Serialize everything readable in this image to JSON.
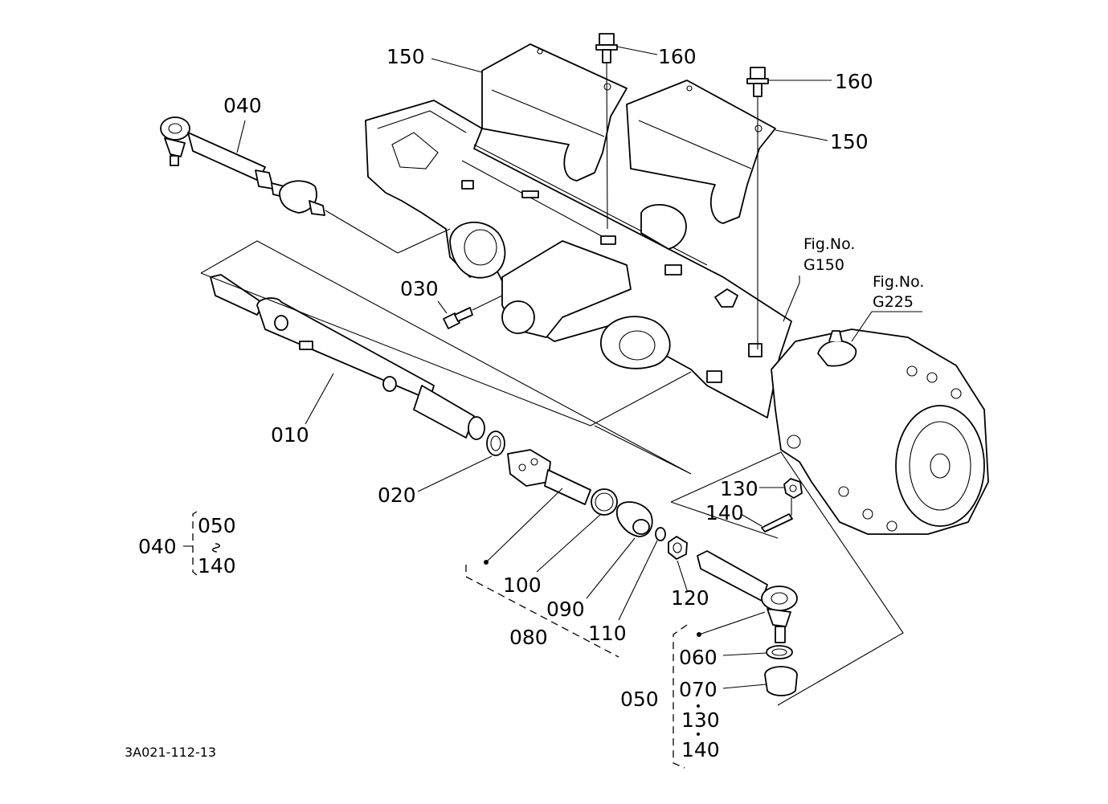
{
  "labels": {
    "p010": "010",
    "p020": "020",
    "p030": "030",
    "p040": "040",
    "p040_group": "040",
    "p050_range_start": "050",
    "range_tilde": "∿",
    "p140_range_end": "140",
    "p050": "050",
    "p060": "060",
    "p070": "070",
    "p080": "080",
    "p090": "090",
    "p100": "100",
    "p110": "110",
    "p120": "120",
    "p130_top": "130",
    "p140_top": "140",
    "p130_bottom": "130",
    "p140_bottom": "140",
    "p150_left": "150",
    "p150_right": "150",
    "p160_left": "160",
    "p160_right": "160",
    "fig_g150_title": "Fig.No.",
    "fig_g150_code": "G150",
    "fig_g225_title": "Fig.No.",
    "fig_g225_code": "G225",
    "drawing_code": "3A021-112-13"
  }
}
